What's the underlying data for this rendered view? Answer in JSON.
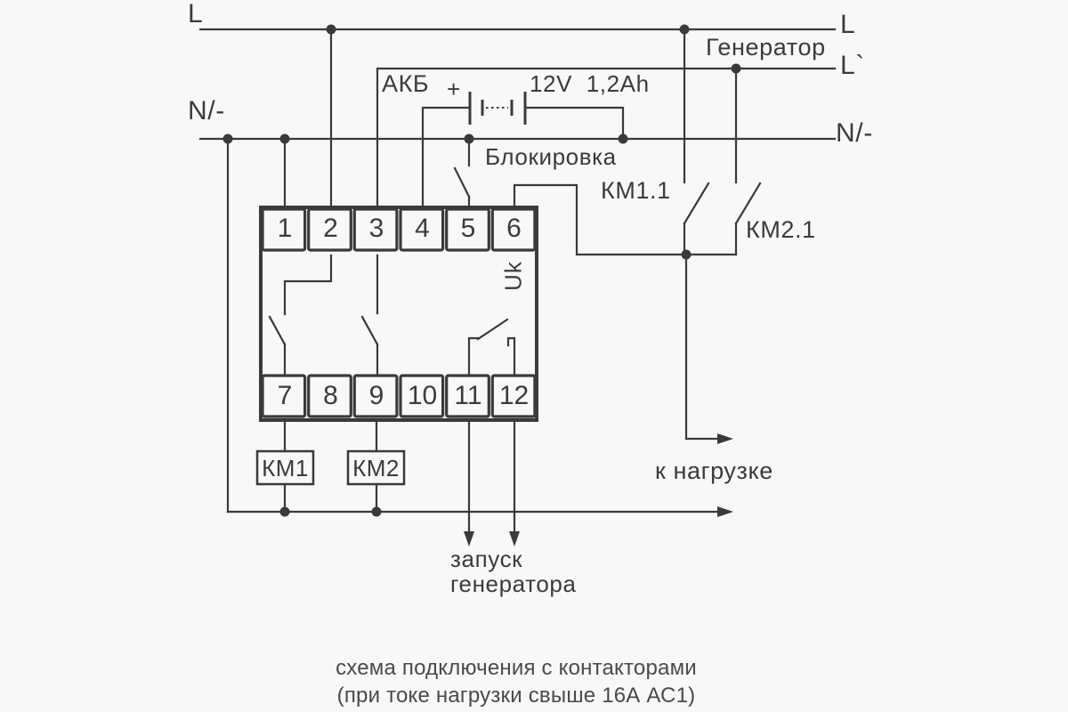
{
  "colors": {
    "line": "#3a3a3c",
    "text": "#3b3b3d",
    "caption_text": "#4a4a4a",
    "background": "#f8f8f7"
  },
  "power_lines": {
    "l_left": "L",
    "n_left": "N/-",
    "l_right": "L",
    "l_prime_right": "L`",
    "n_right": "N/-"
  },
  "generator_label": "Генератор",
  "battery": {
    "name": "АКБ",
    "plus": "+",
    "rating": "12V  1,2Ah"
  },
  "blocking_label": "Блокировка",
  "contacts": {
    "km11": "КМ1.1",
    "km21": "КМ2.1"
  },
  "device": {
    "uk": "Uk",
    "terminals_top": [
      "1",
      "2",
      "3",
      "4",
      "5",
      "6"
    ],
    "terminals_bottom": [
      "7",
      "8",
      "9",
      "10",
      "11",
      "12"
    ]
  },
  "coils": {
    "km1": "КМ1",
    "km2": "КМ2"
  },
  "to_load_label": "к нагрузке",
  "generator_start": {
    "line1": "запуск",
    "line2": "генератора"
  },
  "caption": {
    "line1": "схема подключения с контакторами",
    "line2": "(при токе нагрузки свыше 16А АС1)"
  }
}
